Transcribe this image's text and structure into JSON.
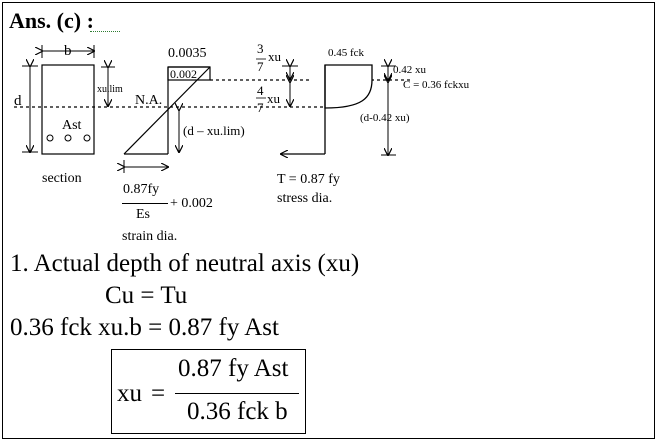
{
  "header": {
    "answer_label": "Ans. (c) :"
  },
  "diagram": {
    "section": {
      "b_label": "b",
      "d_label": "d",
      "xulim_label": "xu.lim",
      "na_label": "N.A.",
      "ast_label": "Ast",
      "caption": "section"
    },
    "strain": {
      "top_value": "0.0035",
      "box_value": "0.002",
      "d_minus_label": "(d – xu.lim)",
      "bottom_num": "0.87fy",
      "bottom_den": "Es",
      "bottom_plus": "+ 0.002",
      "caption": "strain dia."
    },
    "depth_marks": {
      "three_sevenths": "3",
      "seven_a": "7",
      "xu_a": "xu",
      "four": "4",
      "seven_b": "7",
      "xu_b": "xu"
    },
    "stress": {
      "top_value": "0.45 fck",
      "lever_042": "0.42 xu",
      "compression": "C = 0.36 fckxu",
      "lever_arm": "(d-0.42 xu)",
      "tension": "T = 0.87 fy",
      "caption": "stress dia."
    }
  },
  "steps": {
    "step1_title": "1. Actual depth of neutral axis (xu)",
    "equality": "Cu = Tu",
    "equation": "0.36 fck xu.b = 0.87 fy Ast"
  },
  "formula": {
    "lhs": "xu",
    "numerator": "0.87 fy Ast",
    "denominator": "0.36 fck b"
  }
}
